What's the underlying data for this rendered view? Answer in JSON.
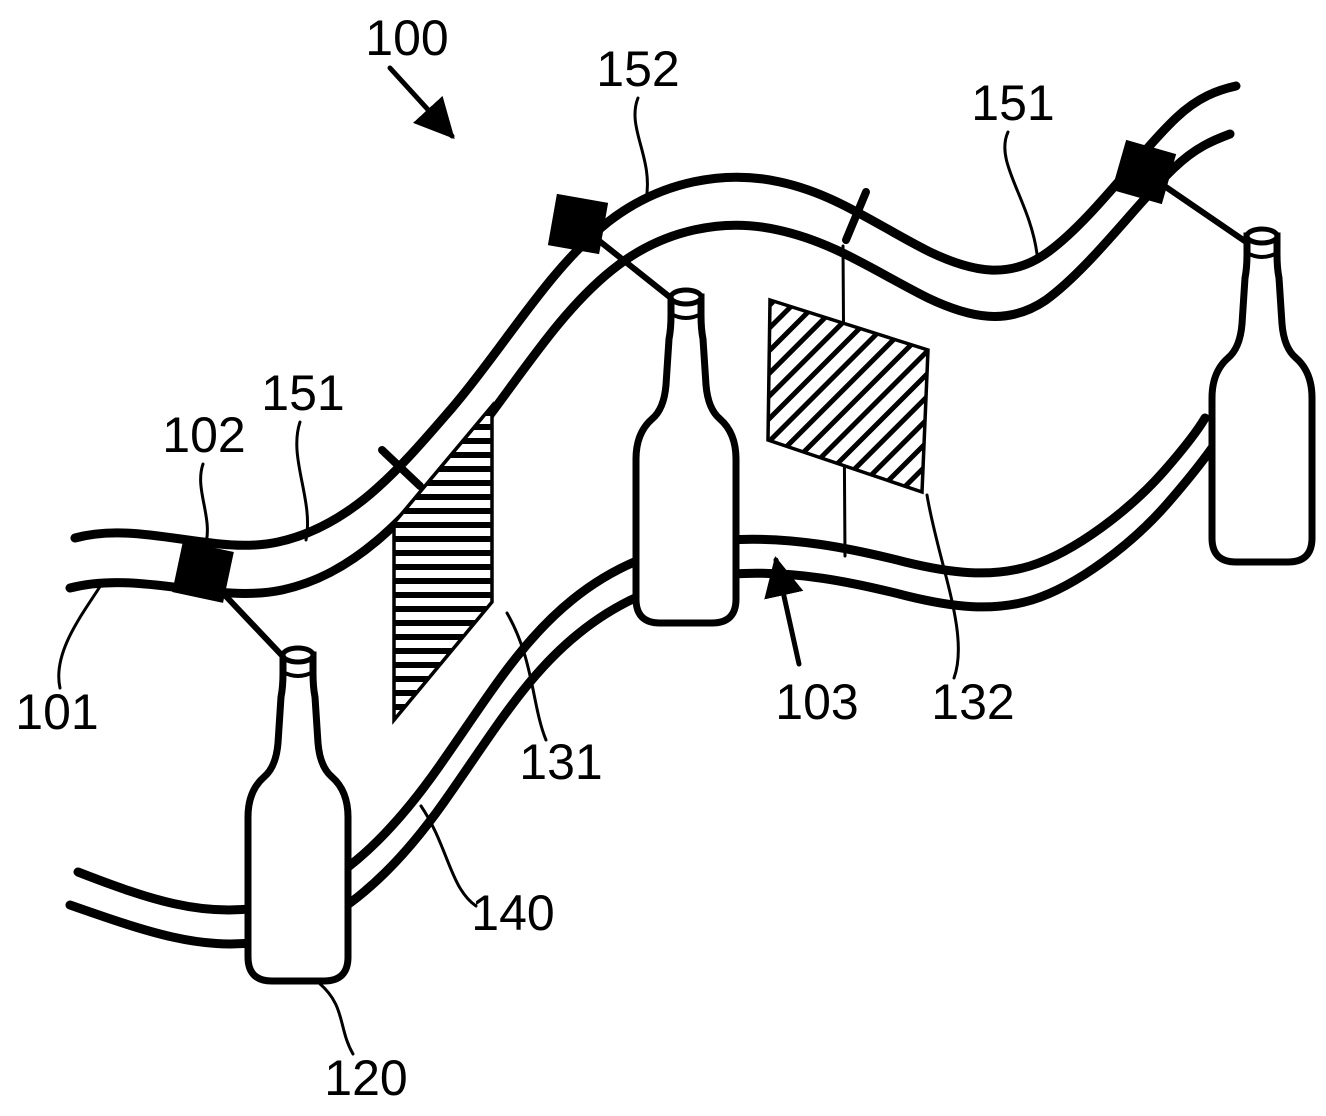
{
  "figure": {
    "background": "#ffffff",
    "ink": "#000000",
    "labels": {
      "l100": "100",
      "l152": "152",
      "l151_right": "151",
      "l151_left": "151",
      "l102": "102",
      "l101": "101",
      "l131": "131",
      "l132": "132",
      "l103": "103",
      "l140": "140",
      "l120": "120"
    }
  }
}
